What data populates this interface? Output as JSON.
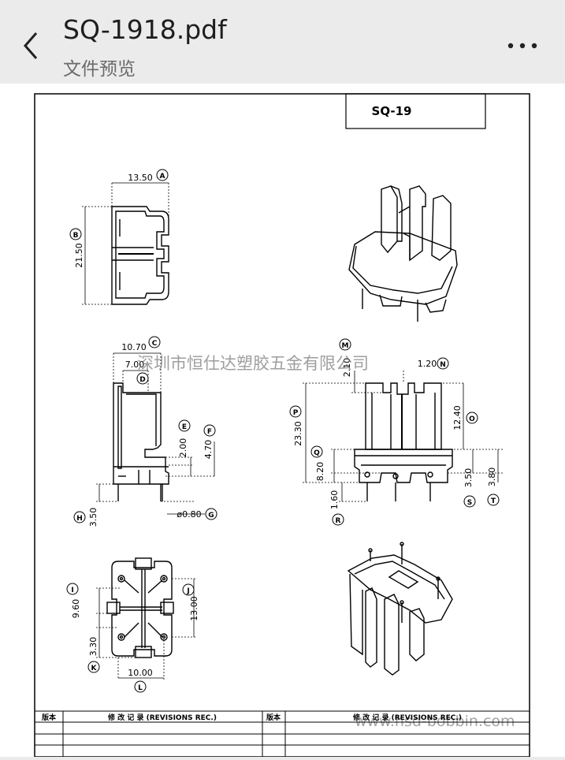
{
  "header": {
    "file_title": "SQ-1918.pdf",
    "subtitle": "文件预览",
    "back_icon": "chevron-left-icon",
    "more_icon": "more-horizontal-icon"
  },
  "drawing": {
    "part_no": "SQ-19",
    "watermark_cn": "深圳市恒仕达塑胶五金有限公司",
    "watermark_url": "www.hsd-bobbin.com",
    "dims": {
      "a": "13.50",
      "b": "21.50",
      "c": "10.70",
      "d": "7.00",
      "e": "2.00",
      "f": "4.70",
      "g": "ø0.80",
      "h": "3.50",
      "i": "9.60",
      "j": "13.00",
      "k": "3.30",
      "l": "10.00",
      "m": "2.10",
      "n": "1.20",
      "o": "12.40",
      "p": "23.30",
      "q": "8.20",
      "r": "1.60",
      "s": "3.50",
      "t": "3.80"
    },
    "markers": {
      "a": "A",
      "b": "B",
      "c": "C",
      "d": "D",
      "e": "E",
      "f": "F",
      "g": "G",
      "h": "H",
      "i": "I",
      "j": "J",
      "k": "K",
      "l": "L",
      "m": "M",
      "n": "N",
      "o": "O",
      "p": "P",
      "q": "Q",
      "r": "R",
      "s": "S",
      "t": "T"
    },
    "revision_table": {
      "col1": "版本",
      "col2": "修 改 记 录 (REVISIONS REC.)",
      "col3": "版本",
      "col4": "修 改 记 录 (REVISIONS REC.)"
    }
  }
}
